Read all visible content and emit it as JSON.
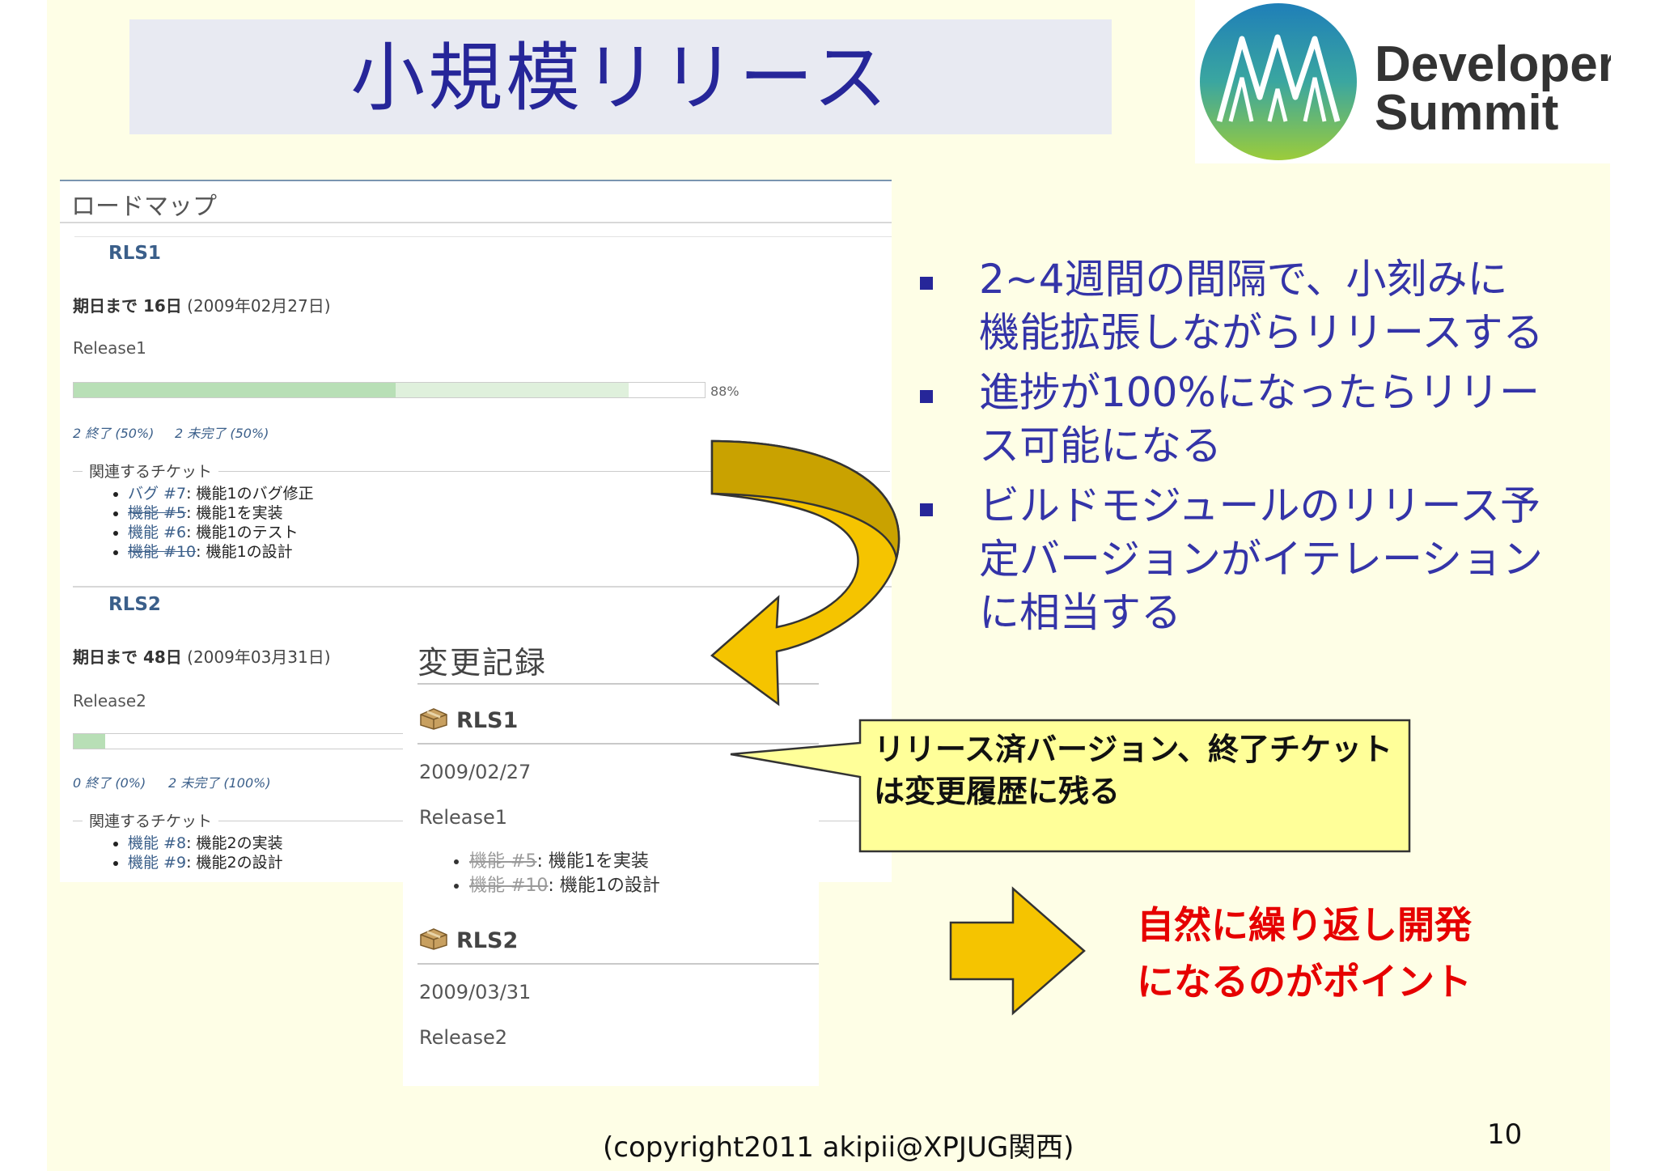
{
  "slide": {
    "title": "小規模リリース",
    "logo": {
      "line1": "Developers",
      "line2": "Summit"
    },
    "roadmap": {
      "heading": "ロードマップ",
      "versions": [
        {
          "name": "RLS1",
          "due_prefix": "期日まで 16日",
          "due_date": "(2009年02月27日)",
          "release": "Release1",
          "progress_done": 0.51,
          "progress_total": 0.88,
          "percent_label": "88%",
          "stats_closed": "2 終了 (50%)",
          "stats_open": "2 未完了 (50%)",
          "related_label": "関連するチケット",
          "issues": [
            {
              "tracker": "バグ #7",
              "title": "機能1のバグ修正",
              "closed": false
            },
            {
              "tracker": "機能 #5",
              "title": "機能1を実装",
              "closed": true
            },
            {
              "tracker": "機能 #6",
              "title": "機能1のテスト",
              "closed": false
            },
            {
              "tracker": "機能 #10",
              "title": "機能1の設計",
              "closed": true
            }
          ]
        },
        {
          "name": "RLS2",
          "due_prefix": "期日まで 48日",
          "due_date": "(2009年03月31日)",
          "release": "Release2",
          "progress_done": 0.05,
          "stats_closed": "0 終了 (0%)",
          "stats_open": "2 未完了 (100%)",
          "related_label": "関連するチケット",
          "issues": [
            {
              "tracker": "機能 #8",
              "title": "機能2の実装",
              "closed": false
            },
            {
              "tracker": "機能 #9",
              "title": "機能2の設計",
              "closed": false
            }
          ]
        }
      ]
    },
    "changelog": {
      "heading": "変更記録",
      "versions": [
        {
          "name": "RLS1",
          "date": "2009/02/27",
          "release": "Release1",
          "issues": [
            {
              "tracker": "機能 #5",
              "title": "機能1を実装"
            },
            {
              "tracker": "機能 #10",
              "title": "機能1の設計"
            }
          ]
        },
        {
          "name": "RLS2",
          "date": "2009/03/31",
          "release": "Release2"
        }
      ]
    },
    "bullets": [
      [
        "2~4週間の間隔で、小刻みに",
        "機能拡張しながらリリースする"
      ],
      [
        "進捗が100%になったらリリー",
        "ス可能になる"
      ],
      [
        "ビルドモジュールのリリース予",
        "定バージョンがイテレーション",
        "に相当する"
      ]
    ],
    "callout": [
      "リリース済バージョン、終了チケット",
      "は変更履歴に残る"
    ],
    "emphasis": [
      "自然に繰り返し開発",
      "になるのがポイント"
    ],
    "footer": "(copyright2011 akipii@XPJUG関西)",
    "page_number": "10",
    "colors": {
      "title": "#262699",
      "bullet_text": "#3434a8",
      "emphasis": "#e60000",
      "arrow_fill": "#f5c400",
      "callout_fill": "#ffff99",
      "background": "#fefee6"
    },
    "icons": [
      "package-icon",
      "curved-arrow-icon",
      "right-arrow-icon",
      "square-bullet-icon"
    ]
  }
}
